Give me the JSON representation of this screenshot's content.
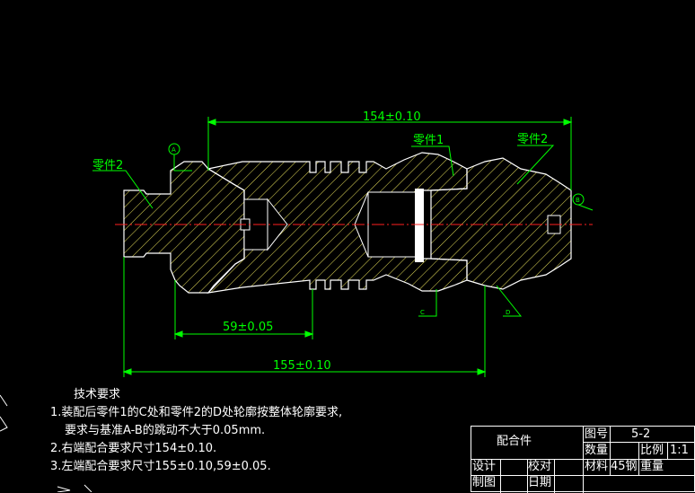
{
  "drawing": {
    "labels": {
      "part1": "零件1",
      "part2_right": "零件2",
      "part2_left": "零件2",
      "datum_a": "A",
      "datum_b": "B",
      "c_mark": "C",
      "d_mark": "D"
    },
    "dimensions": {
      "overall_top": "154±0.10",
      "overall_bottom": "155±0.10",
      "inner_left": "59±0.05"
    }
  },
  "notes": {
    "title": "技术要求",
    "line1": "1.装配后零件1的C处和零件2的D处轮廓按整体轮廓要求,",
    "line1b": "要求与基准A-B的跳动不大于0.05mm.",
    "line2": "2.右端配合要求尺寸154±0.10.",
    "line3": "3.左端配合要求尺寸155±0.10,59±0.05."
  },
  "title_block": {
    "name": "配合件",
    "drawing_no_label": "图号",
    "drawing_no": "5-2",
    "qty_label": "数量",
    "scale_label": "比例",
    "scale": "1:1",
    "material_label": "材料",
    "material": "45钢",
    "weight_label": "重量",
    "design_label": "设计",
    "check_label": "校对",
    "drawn_label": "制图",
    "date_label": "日期"
  },
  "colors": {
    "background": "#000000",
    "outline": "#ffffff",
    "hatch": "#e8e05a",
    "dimension": "#00ff00",
    "centerline": "#ff2020"
  }
}
